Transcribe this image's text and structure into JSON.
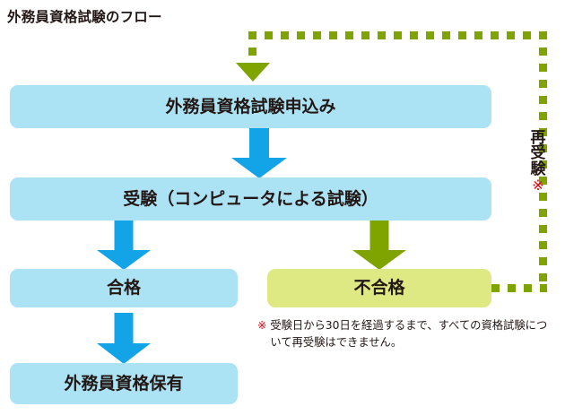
{
  "title": "外務員資格試験のフロー",
  "colors": {
    "box_blue": "#ace3f4",
    "box_green": "#dfe983",
    "arrow_blue": "#12a4e6",
    "arrow_green": "#7fa400",
    "text": "#231815",
    "note_red": "#e60012",
    "background": "#ffffff"
  },
  "nodes": {
    "apply": "外務員資格試験申込み",
    "exam": "受験（コンピュータによる試験）",
    "pass": "合格",
    "fail": "不合格",
    "hold": "外務員資格保有"
  },
  "retake_label": {
    "chars": [
      "再",
      "受",
      "験"
    ],
    "note_mark": "※"
  },
  "footnote": {
    "mark": "※",
    "text": "受験日から30日を経過するまで、すべての資格試験について再受験はできません。"
  },
  "chart_data": {
    "type": "diagram",
    "title": "外務員資格試験のフロー",
    "nodes": [
      {
        "id": "apply",
        "label": "外務員資格試験申込み",
        "style": "blue"
      },
      {
        "id": "exam",
        "label": "受験（コンピュータによる試験）",
        "style": "blue"
      },
      {
        "id": "pass",
        "label": "合格",
        "style": "blue"
      },
      {
        "id": "fail",
        "label": "不合格",
        "style": "green"
      },
      {
        "id": "hold",
        "label": "外務員資格保有",
        "style": "blue"
      }
    ],
    "edges": [
      {
        "from": "apply",
        "to": "exam",
        "style": "solid",
        "color": "#12a4e6"
      },
      {
        "from": "exam",
        "to": "pass",
        "style": "solid",
        "color": "#12a4e6"
      },
      {
        "from": "exam",
        "to": "fail",
        "style": "solid",
        "color": "#7fa400"
      },
      {
        "from": "pass",
        "to": "hold",
        "style": "solid",
        "color": "#12a4e6"
      },
      {
        "from": "fail",
        "to": "apply",
        "style": "dashed",
        "color": "#7fa400",
        "label": "再受験 ※"
      }
    ]
  }
}
